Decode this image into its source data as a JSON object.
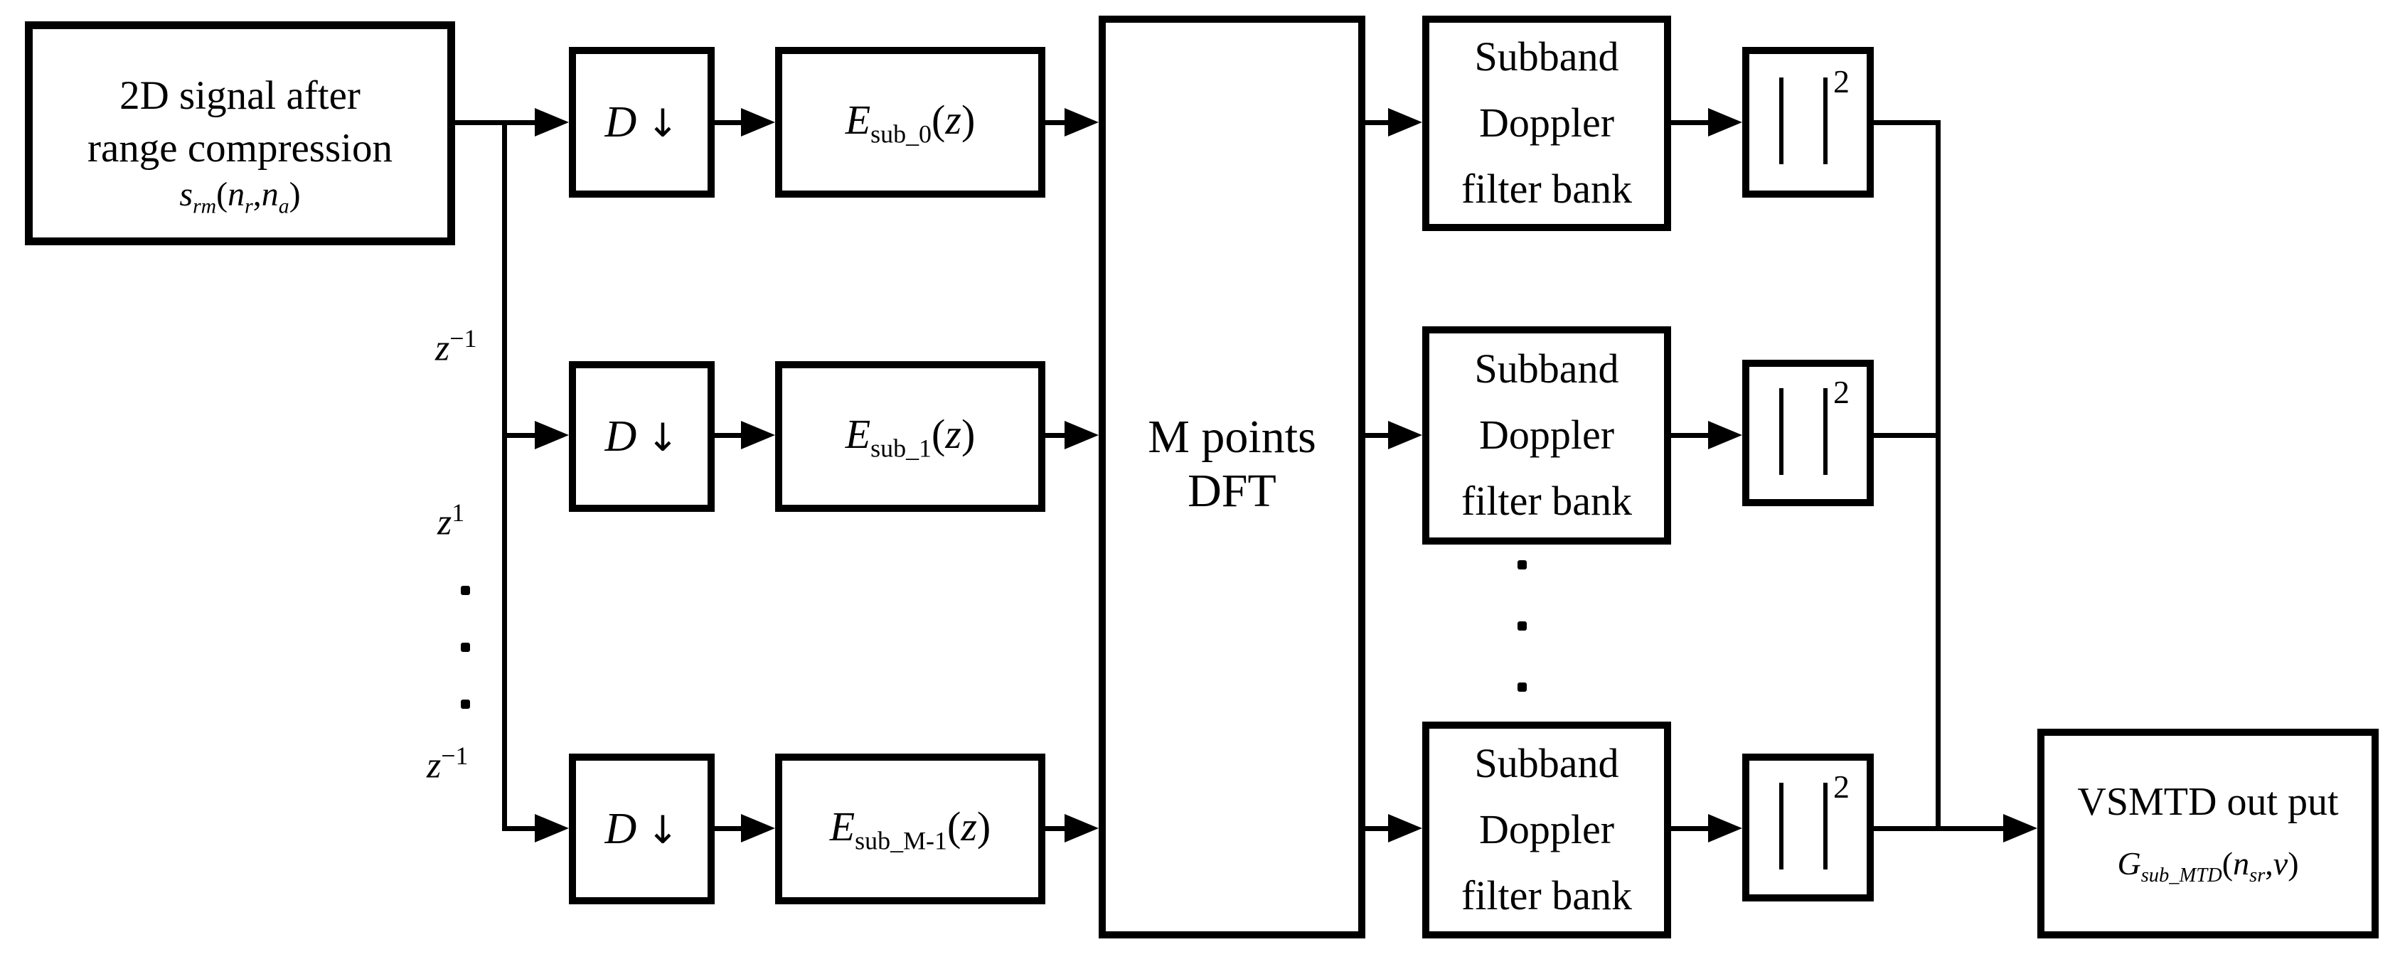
{
  "colors": {
    "line": "#000000",
    "background": "#ffffff"
  },
  "input_box": {
    "line1": "2D signal after",
    "line2": "range compression",
    "formula": {
      "base": "s",
      "base_sub": "rm",
      "open": "(",
      "arg1": "n",
      "arg1_sub": "r",
      "comma": ",",
      "arg2": "n",
      "arg2_sub": "a",
      "close": ")"
    }
  },
  "delay_labels": [
    {
      "base": "z",
      "sup": "−1"
    },
    {
      "base": "z",
      "sup": "1"
    },
    {
      "base": "z",
      "sup": "−1"
    }
  ],
  "rows": [
    {
      "downsampler": {
        "base": "D",
        "arrow": "↓"
      },
      "filter": {
        "base": "E",
        "sub": "sub_0",
        "open": "(",
        "arg": "z",
        "close": ")"
      }
    },
    {
      "downsampler": {
        "base": "D",
        "arrow": "↓"
      },
      "filter": {
        "base": "E",
        "sub": "sub_1",
        "open": "(",
        "arg": "z",
        "close": ")"
      }
    },
    {
      "downsampler": {
        "base": "D",
        "arrow": "↓"
      },
      "filter": {
        "base": "E",
        "sub": "sub_M-1",
        "open": "(",
        "arg": "z",
        "close": ")"
      }
    }
  ],
  "dft_box": {
    "line1": "M points",
    "line2": "DFT"
  },
  "subband_box": {
    "line1": "Subband",
    "line2": "Doppler",
    "line3": "filter bank"
  },
  "magnitude_box": {
    "sup": "2"
  },
  "output_box": {
    "title": "VSMTD out put",
    "formula": {
      "base": "G",
      "base_sub": "sub_MTD",
      "open": "(",
      "arg1": "n",
      "arg1_sub": "sr",
      "comma": ",",
      "arg2": "v",
      "close": ")"
    }
  }
}
